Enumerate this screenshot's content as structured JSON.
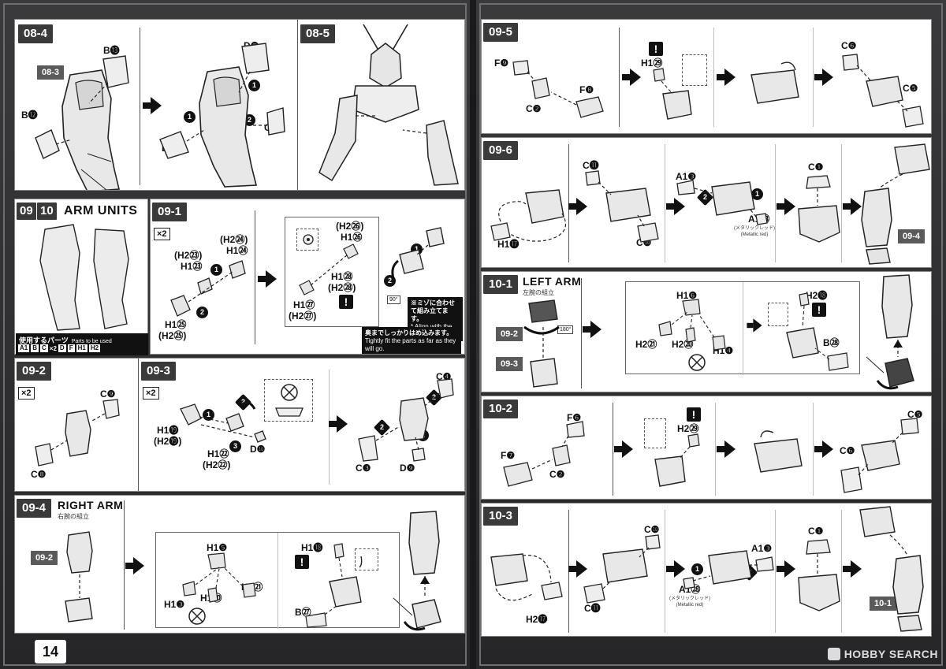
{
  "page": {
    "number": "14",
    "watermark": "HOBBY SEARCH"
  },
  "colors": {
    "frame": "#2e2e30",
    "panel_bg": "#ffffff",
    "label_bg": "#3a3a3a",
    "ink": "#111111"
  },
  "steps": {
    "s08_4": {
      "label": "08-4",
      "ref": "08-3",
      "parts": {
        "b13": "B⓭",
        "b12": "B⓬",
        "d8": "D❽",
        "d7": "D❼",
        "c16": "C⓰"
      },
      "nums": {
        "n1": "1",
        "n2": "2",
        "n1b": "1"
      }
    },
    "s08_5": {
      "label": "08-5"
    },
    "arm_units": {
      "num_a": "09",
      "num_b": "10",
      "title": "ARM UNITS",
      "parts_used": {
        "title": "使用するパーツ",
        "title_en": "Parts to be used",
        "chips": [
          "A1",
          "B",
          "C",
          "D",
          "F",
          "H1",
          "H2"
        ],
        "x2": "×2"
      }
    },
    "s09_1": {
      "label": "09-1",
      "x2": "×2",
      "parts": {
        "h2_23": "(H2㉓)",
        "h1_23": "H1㉓",
        "h2_24": "(H2㉔)",
        "h1_24": "H1㉔",
        "h1_25": "H1㉕",
        "h2_25": "(H2㉕)",
        "h2_26": "(H2㉖)",
        "h1_26": "H1㉖",
        "h1_28": "H1㉘",
        "h2_28": "(H2㉘)",
        "h1_27": "H1㉗",
        "h2_27": "(H2㉗)"
      },
      "rotate": "90°",
      "note_groove_jp": "※ミゾに合わせて組み立てます。",
      "note_groove_en": "* Align with the grooves.",
      "note_tight_jp": "奥までしっかりはめ込みます。",
      "note_tight_en": "Tightly fit the parts as far as they will go."
    },
    "s09_2": {
      "label": "09-2",
      "x2": "×2",
      "parts": {
        "c9": "C❾",
        "c8": "C❽"
      }
    },
    "s09_3": {
      "label": "09-3",
      "x2": "×2",
      "parts": {
        "h1_19": "H1⓳",
        "h2_19": "(H2⓳)",
        "h1_22": "H1㉒",
        "h2_22": "(H2㉒)",
        "d10": "D❿",
        "c4": "C❹",
        "c3": "C❸",
        "d9": "D❾"
      }
    },
    "s09_4": {
      "label": "09-4",
      "title": "RIGHT ARM",
      "subtitle": "右腕の組立",
      "ref": "09-2",
      "parts": {
        "h1_5": "H1❺",
        "h1_3": "H1❸",
        "h1_20": "H1⑳",
        "h1_21": "H1㉑",
        "h1_18": "H1⓲",
        "b27": "B㉗"
      }
    },
    "s09_5": {
      "label": "09-5",
      "parts": {
        "f9": "F❾",
        "c2": "C❷",
        "f8": "F❽",
        "h1_29": "H1㉙",
        "c6": "C❻",
        "c5": "C❺"
      }
    },
    "s09_6": {
      "label": "09-6",
      "ref": "09-4",
      "parts": {
        "h1_17": "H1⓱",
        "c11": "C⓫",
        "c10": "C❿",
        "a1_3": "A1❸",
        "a1_28": "A1㉘",
        "c1": "C❶"
      },
      "metal_jp": "(メタリックレッド)",
      "metal_en": "(Metallic red)"
    },
    "s10_1": {
      "label": "10-1",
      "title": "LEFT ARM",
      "subtitle": "左腕の組立",
      "ref_a": "09-2",
      "ref_b": "09-3",
      "rotate": "180°",
      "parts": {
        "h1_6": "H1❻",
        "h2_21": "H2㉑",
        "h2_20": "H2⑳",
        "h1_4": "H1❹",
        "h2_18": "H2⓲",
        "b28": "B㉘"
      }
    },
    "s10_2": {
      "label": "10-2",
      "parts": {
        "f6": "F❻",
        "f7": "F❼",
        "c2": "C❷",
        "h2_29": "H2㉙",
        "c5": "C❺",
        "c6": "C❻"
      }
    },
    "s10_3": {
      "label": "10-3",
      "ref": "10-1",
      "parts": {
        "h2_17": "H2⓱",
        "c10": "C❿",
        "c11": "C⓫",
        "a1_3": "A1❸",
        "a1_28": "A1㉘",
        "c1": "C❶"
      },
      "metal_jp": "(メタリックレッド)",
      "metal_en": "(Metallic red)"
    }
  }
}
